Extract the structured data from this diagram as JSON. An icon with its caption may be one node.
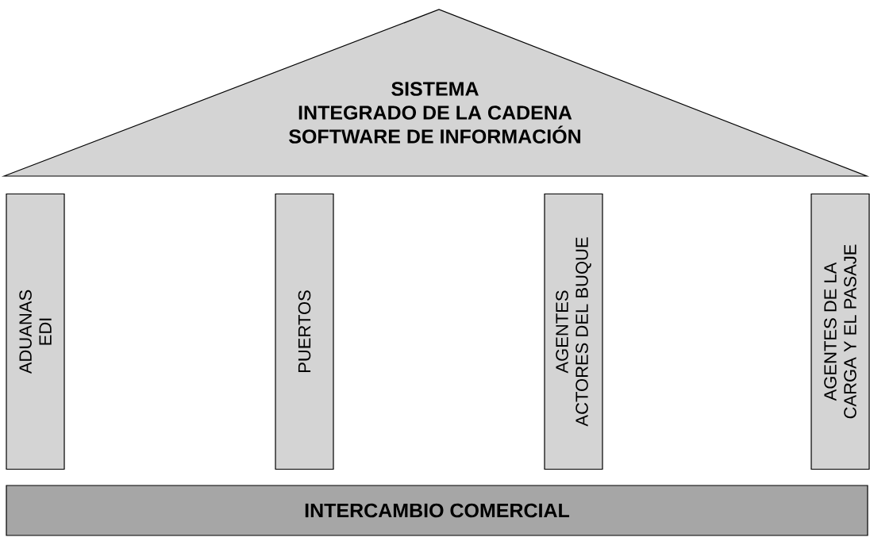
{
  "diagram": {
    "nodes": [
      {
        "text": [
          "SISTEMA",
          "INTEGRADO DE LA CADENA",
          "SOFTWARE DE INFORMACIÓN"
        ]
      },
      {
        "text": [
          "ADUANAS",
          "EDI"
        ]
      },
      {
        "text": [
          "PUERTOS"
        ]
      },
      {
        "text": [
          "AGENTES",
          "ACTORES DEL BUQUE"
        ]
      },
      {
        "text": [
          "AGENTES DE LA",
          "CARGA Y EL PASAJE"
        ]
      },
      {
        "text": [
          "INTERCAMBIO COMERCIAL"
        ]
      }
    ]
  }
}
